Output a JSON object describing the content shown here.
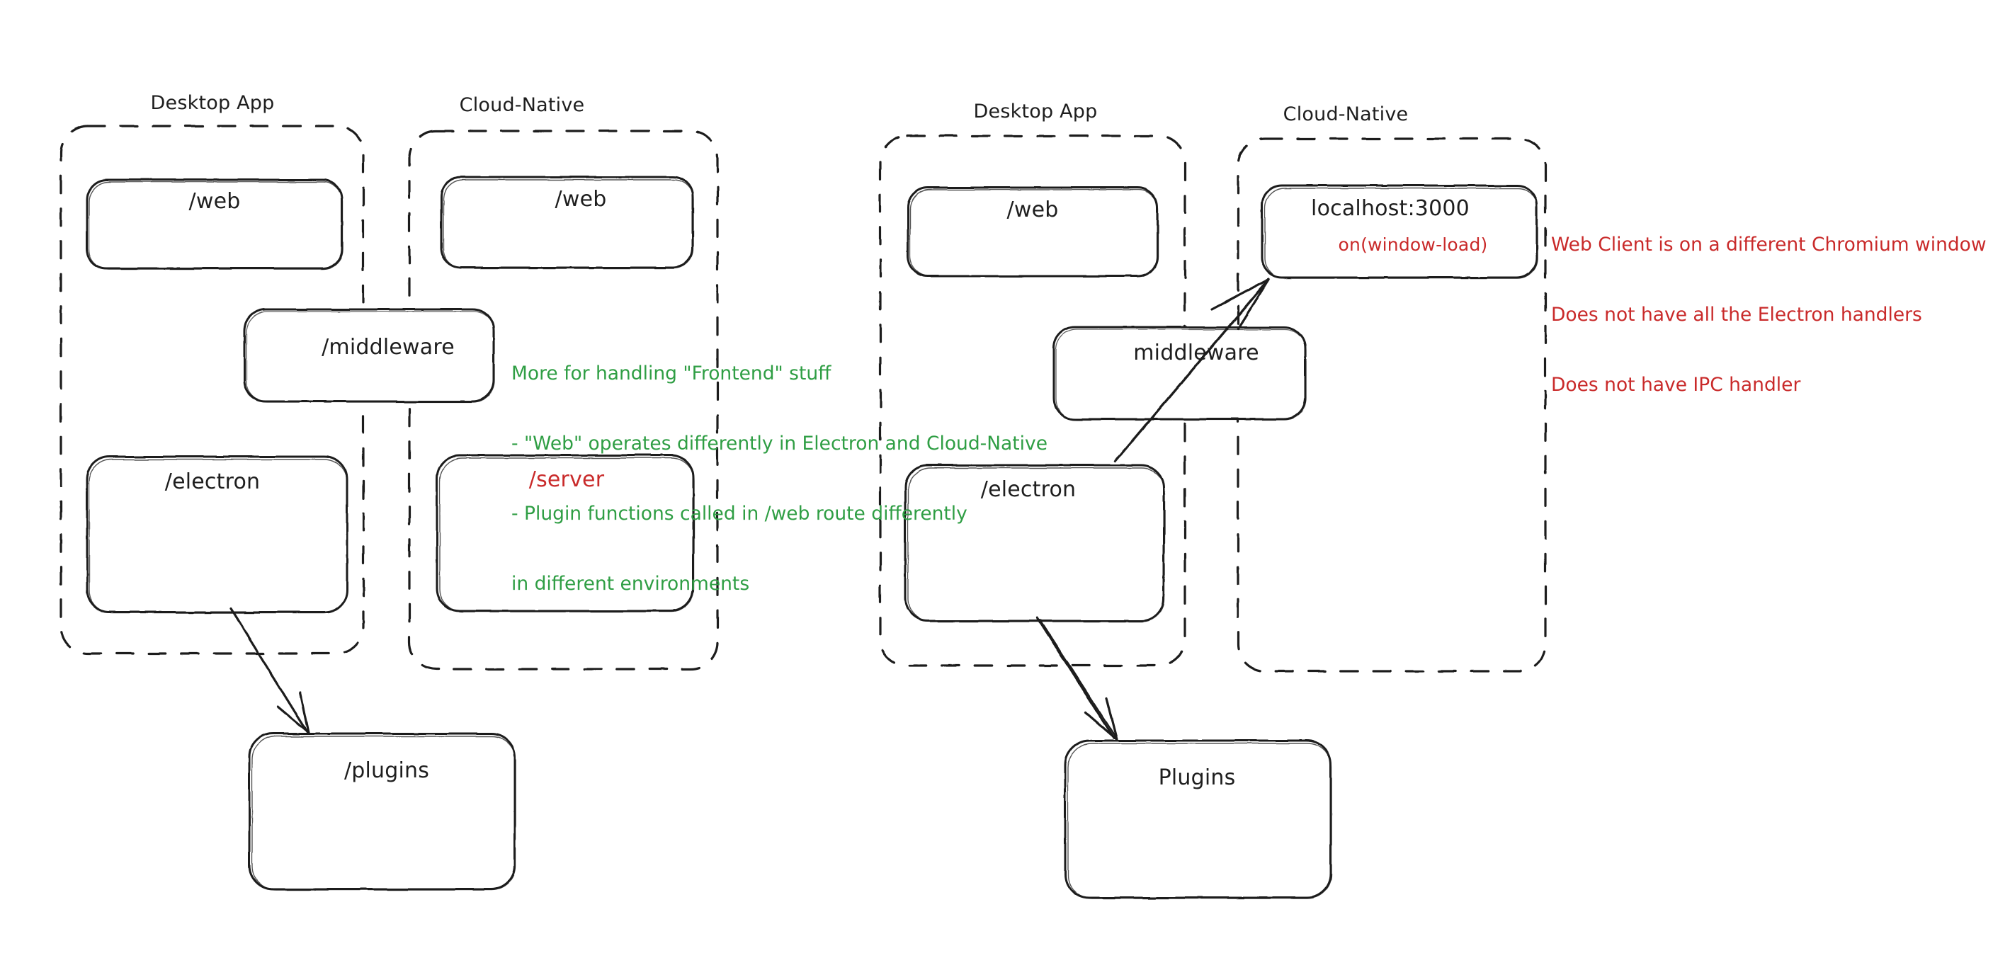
{
  "diagram": {
    "title_type": "hand-drawn architecture diagram",
    "background": "#ffffff",
    "stroke_color": "#1e1e1e",
    "accent_red": "#c92a2a",
    "accent_green": "#2f9e44"
  },
  "left_diagram": {
    "groups": [
      {
        "id": "left-desktop",
        "label": "Desktop App"
      },
      {
        "id": "left-cloud",
        "label": "Cloud-Native"
      }
    ],
    "nodes": [
      {
        "id": "left-desktop-web",
        "label": "/web",
        "color": "#1e1e1e"
      },
      {
        "id": "left-cloud-web",
        "label": "/web",
        "color": "#1e1e1e"
      },
      {
        "id": "left-middleware",
        "label": "/middleware",
        "color": "#1e1e1e"
      },
      {
        "id": "left-electron",
        "label": "/electron",
        "color": "#1e1e1e"
      },
      {
        "id": "left-server",
        "label": "/server",
        "color": "#c92a2a"
      },
      {
        "id": "left-plugins",
        "label": "/plugins",
        "color": "#1e1e1e"
      }
    ],
    "note_green": {
      "color": "#2f9e44",
      "lines": [
        "More for handling \"Frontend\" stuff",
        "- \"Web\" operates differently in Electron and Cloud-Native",
        "- Plugin functions called in /web route differently",
        "in different environments"
      ]
    }
  },
  "right_diagram": {
    "groups": [
      {
        "id": "right-desktop",
        "label": "Desktop App"
      },
      {
        "id": "right-cloud",
        "label": "Cloud-Native"
      }
    ],
    "nodes": [
      {
        "id": "right-desktop-web",
        "label": "/web",
        "color": "#1e1e1e"
      },
      {
        "id": "right-localhost",
        "label": "localhost:3000",
        "sublabel": "on(window-load)",
        "color": "#1e1e1e",
        "sub_color": "#c92a2a"
      },
      {
        "id": "right-middleware",
        "label": "middleware",
        "color": "#1e1e1e"
      },
      {
        "id": "right-electron",
        "label": "/electron",
        "color": "#1e1e1e"
      },
      {
        "id": "right-plugins",
        "label": "Plugins",
        "color": "#1e1e1e"
      }
    ],
    "note_red": {
      "color": "#c92a2a",
      "lines": [
        "Web Client is on a different Chromium window",
        "Does not have all the Electron handlers",
        "Does not have IPC handler"
      ]
    }
  }
}
